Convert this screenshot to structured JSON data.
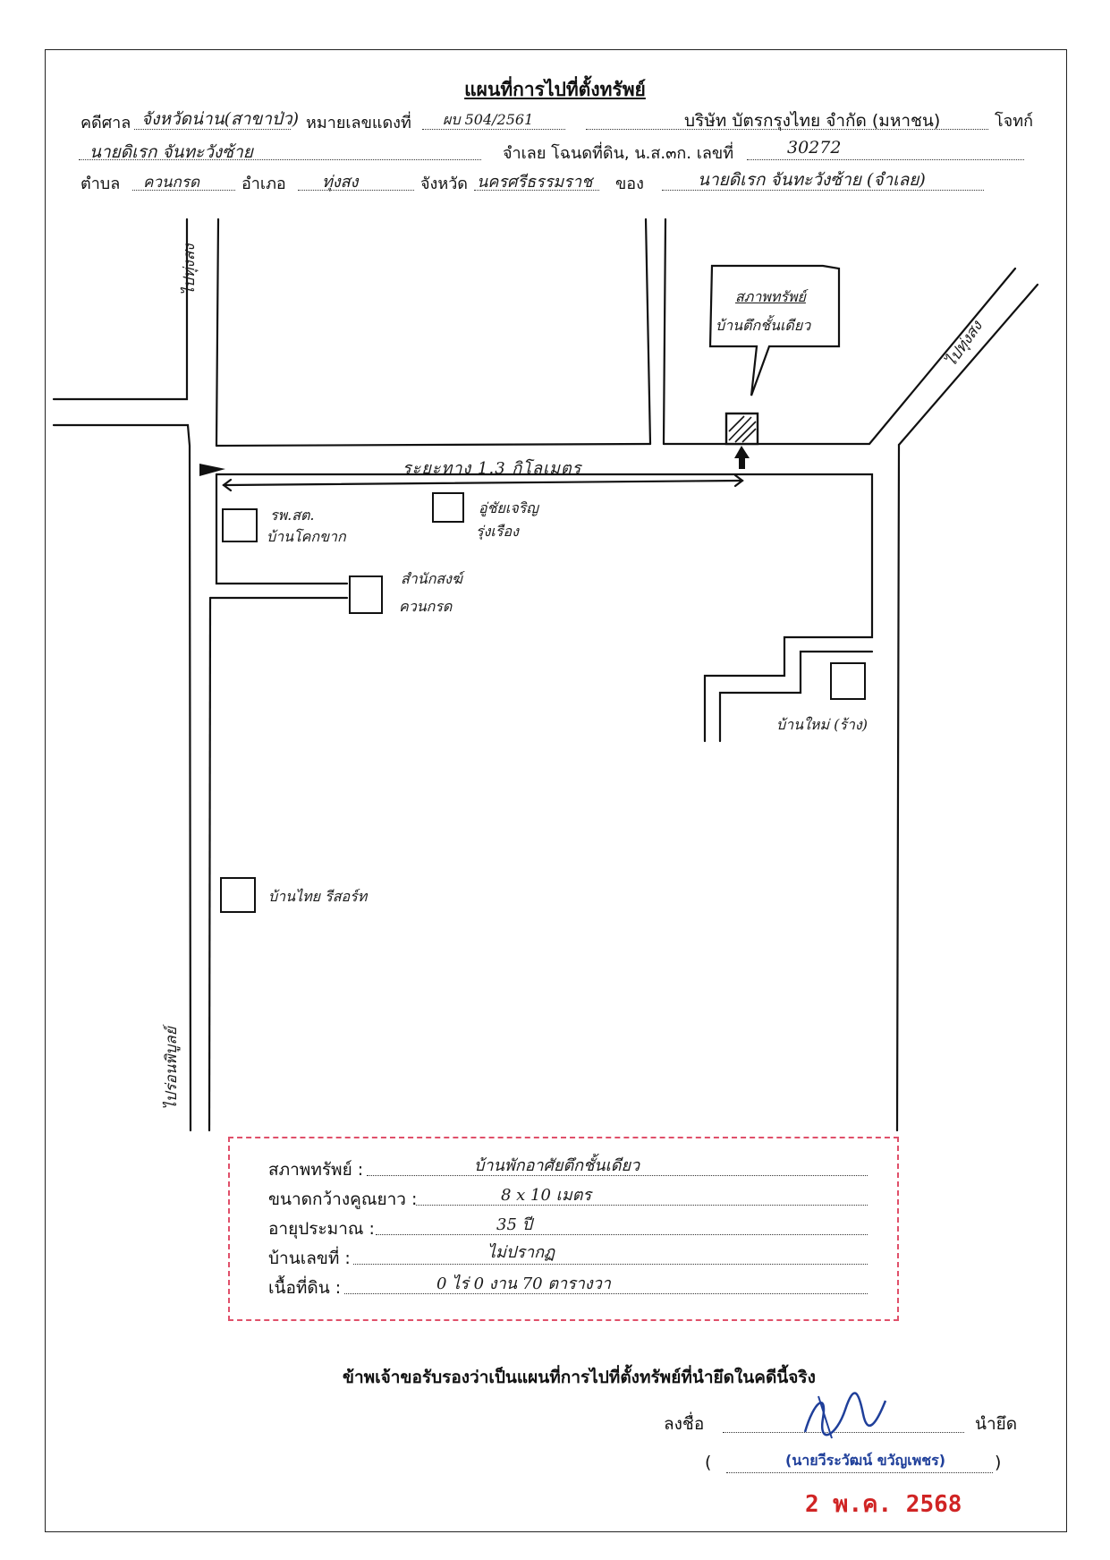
{
  "header": {
    "title": "แผนที่การไปที่ตั้งทรัพย์",
    "court_label": "คดีศาล",
    "court_value": "จังหวัดน่าน(สาขาป่ว)",
    "case_no_label": "หมายเลขแดงที่",
    "case_no_value": "ผบ 504/2561",
    "plaintiff_value": "บริษัท บัตรกรุงไทย จำกัด (มหาชน)",
    "plaintiff_label": "โจทก์",
    "defendant_value": "นายดิเรก จันทะวังซ้าย",
    "deed_label": "จำเลย โฉนดที่ดิน, น.ส.๓ก. เลขที่",
    "deed_value": "30272",
    "subdistrict_label": "ตำบล",
    "subdistrict_value": "ควนกรด",
    "district_label": "อำเภอ",
    "district_value": "ทุ่งสง",
    "province_label": "จังหวัด",
    "province_value": "นครศรีธรรมราช",
    "owner_label": "ของ",
    "owner_value": "นายดิเรก จันทะวังซ้าย (จำเลย)"
  },
  "map": {
    "road_top_left": "ไปทุ่งสง",
    "road_top_right": "ไปทุ่งสง",
    "road_bottom_left": "ไปร่อนพิบูลย์",
    "property_callout_1": "สภาพทรัพย์",
    "property_callout_2": "บ้านตึกชั้นเดียว",
    "distance": "ระยะทาง 1.3 กิโลเมตร",
    "hospital_1": "รพ.สต.",
    "hospital_2": "บ้านโคกขาก",
    "garage_1": "อู่ชัยเจริญ",
    "garage_2": "รุ่งเรือง",
    "temple_1": "สำนักสงฆ์",
    "temple_2": "ควนกรด",
    "newhouse": "บ้านใหม่ (ร้าง)",
    "resort": "บ้านไทย รีสอร์ท"
  },
  "summary": {
    "condition_label": "สภาพทรัพย์ :",
    "condition_value": "บ้านพักอาศัยตึกชั้นเดียว",
    "size_label": "ขนาดกว้างคูณยาว :",
    "size_value": "8 x 10 เมตร",
    "age_label": "อายุประมาณ :",
    "age_value": "35 ปี",
    "house_no_label": "บ้านเลขที่ :",
    "house_no_value": "ไม่ปรากฏ",
    "area_label": "เนื้อที่ดิน :",
    "area_value": "0 ไร่ 0 งาน 70 ตารางวา"
  },
  "footer": {
    "certify": "ข้าพเจ้าขอรับรองว่าเป็นแผนที่การไปที่ตั้งทรัพย์ที่นำยึดในคดีนี้จริง",
    "sign_label": "ลงชื่อ",
    "role": "นำยึด",
    "name": "(นายวีระวัฒน์ ขวัญเพชร)",
    "paren_open": "(",
    "paren_close": ")",
    "date": "2 พ.ค. 2568"
  },
  "colors": {
    "stamp": "#d02424",
    "signature": "#1f3f9a",
    "summary_border": "#e0506a"
  }
}
